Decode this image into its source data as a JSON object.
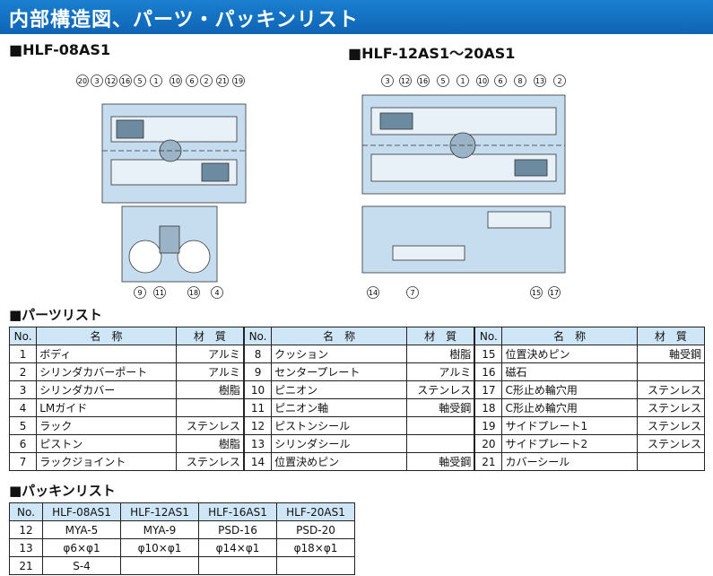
{
  "title": "内部構造図、パーツ・パッキンリスト",
  "models": {
    "left": "■HLF-08AS1",
    "right": "■HLF-12AS1～20AS1"
  },
  "callouts": {
    "top_left": [
      "20",
      "3",
      "12",
      "16",
      "5",
      "1",
      "10",
      "6",
      "2",
      "21",
      "19"
    ],
    "bottom_left": [
      "9",
      "11",
      "18",
      "4"
    ],
    "top_right": [
      "3",
      "12",
      "16",
      "5",
      "1",
      "10",
      "6",
      "8",
      "13",
      "2"
    ],
    "bottom_right_left": [
      "14",
      "7"
    ],
    "bottom_right_right": [
      "15",
      "17"
    ]
  },
  "parts_heading": "■パーツリスト",
  "parts_header": {
    "no": "No.",
    "name": "名　称",
    "material": "材　質"
  },
  "parts": [
    [
      {
        "no": "1",
        "name": "ボディ",
        "mat": "アルミ"
      },
      {
        "no": "8",
        "name": "クッション",
        "mat": "樹脂"
      },
      {
        "no": "15",
        "name": "位置決めピン",
        "mat": "軸受鋼"
      }
    ],
    [
      {
        "no": "2",
        "name": "シリンダカバーポート",
        "mat": "アルミ"
      },
      {
        "no": "9",
        "name": "センタープレート",
        "mat": "アルミ"
      },
      {
        "no": "16",
        "name": "磁石",
        "mat": ""
      }
    ],
    [
      {
        "no": "3",
        "name": "シリンダカバー",
        "mat": "樹脂"
      },
      {
        "no": "10",
        "name": "ピニオン",
        "mat": "ステンレス"
      },
      {
        "no": "17",
        "name": "C形止め輪穴用",
        "mat": "ステンレス"
      }
    ],
    [
      {
        "no": "4",
        "name": "LMガイド",
        "mat": ""
      },
      {
        "no": "11",
        "name": "ピニオン軸",
        "mat": "軸受鋼"
      },
      {
        "no": "18",
        "name": "C形止め輪穴用",
        "mat": "ステンレス"
      }
    ],
    [
      {
        "no": "5",
        "name": "ラック",
        "mat": "ステンレス"
      },
      {
        "no": "12",
        "name": "ピストンシール",
        "mat": ""
      },
      {
        "no": "19",
        "name": "サイドプレート1",
        "mat": "ステンレス"
      }
    ],
    [
      {
        "no": "6",
        "name": "ピストン",
        "mat": "樹脂"
      },
      {
        "no": "13",
        "name": "シリンダシール",
        "mat": ""
      },
      {
        "no": "20",
        "name": "サイドプレート2",
        "mat": "ステンレス"
      }
    ],
    [
      {
        "no": "7",
        "name": "ラックジョイント",
        "mat": "ステンレス"
      },
      {
        "no": "14",
        "name": "位置決めピン",
        "mat": "軸受鋼"
      },
      {
        "no": "21",
        "name": "カバーシール",
        "mat": ""
      }
    ]
  ],
  "packing_heading": "■パッキンリスト",
  "packing_header": [
    "No.",
    "HLF-08AS1",
    "HLF-12AS1",
    "HLF-16AS1",
    "HLF-20AS1"
  ],
  "packing_rows": [
    [
      "12",
      "MYA-5",
      "MYA-9",
      "PSD-16",
      "PSD-20"
    ],
    [
      "13",
      "φ6×φ1",
      "φ10×φ1",
      "φ14×φ1",
      "φ18×φ1"
    ],
    [
      "21",
      "S-4",
      "",
      "",
      ""
    ]
  ],
  "colors": {
    "banner": "#1470c0",
    "header_cell": "#cfe6f7",
    "drawing_fill": "#c6ddef"
  }
}
